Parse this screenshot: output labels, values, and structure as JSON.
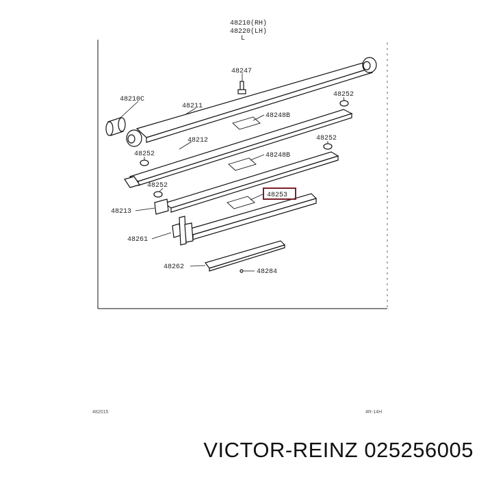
{
  "header": {
    "line1": "48210(RH)",
    "line2": "48220(LH)",
    "mark": "L"
  },
  "labels": {
    "p48247": "48247",
    "p48210c": "48210C",
    "p48211": "48211",
    "p48252_a": "48252",
    "p48248b_a": "48248B",
    "p48212": "48212",
    "p48252_b": "48252",
    "p48252_c": "48252",
    "p48248b_b": "48248B",
    "p48252_d": "48252",
    "p48253": "48253",
    "p48213": "48213",
    "p48261": "48261",
    "p48262": "48262",
    "p48284": "48284"
  },
  "highlight": {
    "part": "48253",
    "color": "#7a1f2b"
  },
  "footer": {
    "left": "482015",
    "right": "4R-14H"
  },
  "brand": "VICTOR-REINZ 025256005"
}
